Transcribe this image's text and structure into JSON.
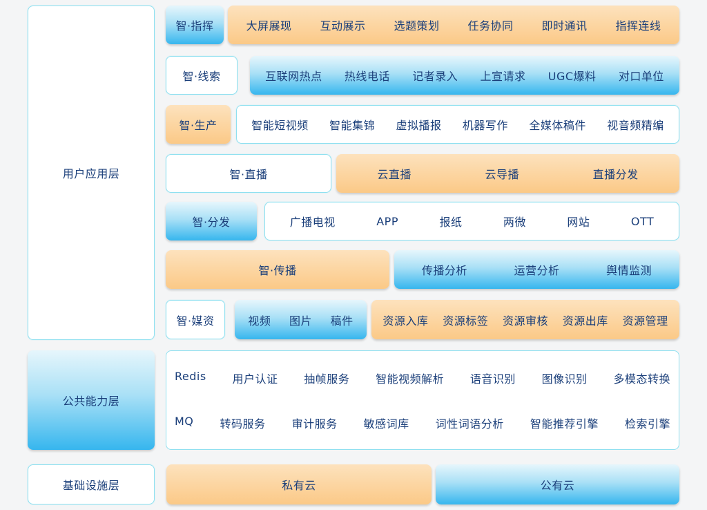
{
  "layers": {
    "user": "用户应用层",
    "common": "公共能力层",
    "infra": "基础设施层"
  },
  "rows": {
    "command": {
      "label": "智·指挥",
      "items": [
        "大屏展现",
        "互动展示",
        "选题策划",
        "任务协同",
        "即时通讯",
        "指挥连线"
      ]
    },
    "clues": {
      "label": "智·线索",
      "items": [
        "互联网热点",
        "热线电话",
        "记者录入",
        "上宣请求",
        "UGC爆料",
        "对口单位"
      ]
    },
    "production": {
      "label": "智·生产",
      "items": [
        "智能短视频",
        "智能集锦",
        "虚拟播报",
        "机器写作",
        "全媒体稿件",
        "视音频精编"
      ]
    },
    "live": {
      "label": "智·直播",
      "items": [
        "云直播",
        "云导播",
        "直播分发"
      ]
    },
    "distribution": {
      "label": "智·分发",
      "items": [
        "广播电视",
        "APP",
        "报纸",
        "两微",
        "网站",
        "OTT"
      ]
    },
    "spread": {
      "label": "智·传播",
      "items": [
        "传播分析",
        "运营分析",
        "舆情监测"
      ]
    },
    "media": {
      "label": "智·媒资",
      "types": [
        "视频",
        "图片",
        "稿件"
      ],
      "ops": [
        "资源入库",
        "资源标签",
        "资源审核",
        "资源出库",
        "资源管理"
      ]
    }
  },
  "common": {
    "row1": [
      "Redis",
      "用户认证",
      "抽帧服务",
      "智能视频解析",
      "语音识别",
      "图像识别",
      "多模态转换"
    ],
    "row2": [
      "MQ",
      "转码服务",
      "审计服务",
      "敏感词库",
      "词性词语分析",
      "智能推荐引擎",
      "检索引擎"
    ]
  },
  "infra": {
    "private": "私有云",
    "public": "公有云"
  }
}
